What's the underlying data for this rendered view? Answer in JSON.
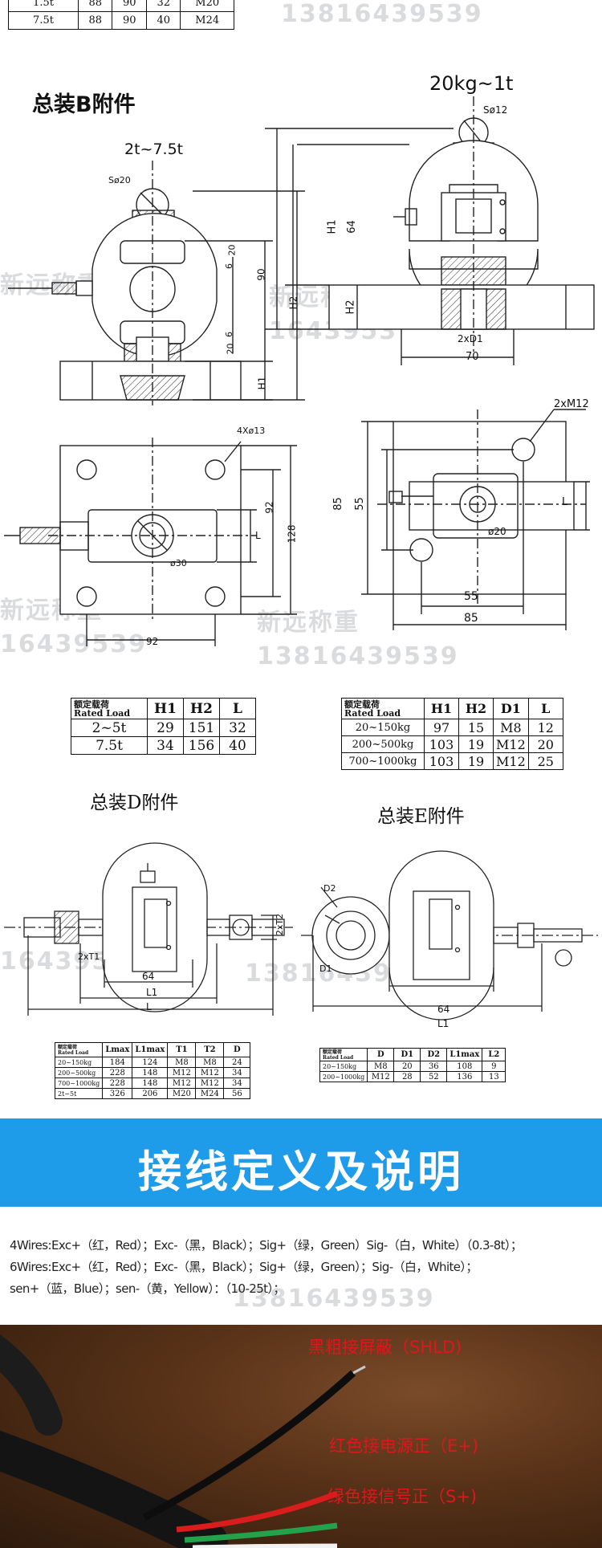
{
  "top_table": {
    "rows": [
      {
        "load": "1.5t",
        "a": "88",
        "b": "90",
        "c": "32",
        "d": "M20"
      },
      {
        "load": "7.5t",
        "a": "88",
        "b": "90",
        "c": "40",
        "d": "M24"
      }
    ]
  },
  "watermark": {
    "phone": "13816439539",
    "brand": "新远称重",
    "phone_fragment": "16439539",
    "phone_fragment2": "1643953"
  },
  "section_b": {
    "title": "总装B附件",
    "left_range": "2t~7.5t",
    "right_range": "20kg~1t",
    "dims_left": {
      "s": "Sø20",
      "d1": "20",
      "d2": "6",
      "h": "90",
      "h2": "H2",
      "h1": "H1",
      "d3": "6",
      "d4": "20",
      "holes": "4Xø13",
      "bore": "ø30",
      "w1": "92",
      "w2": "128",
      "w3": "92",
      "l": "L"
    },
    "dims_right": {
      "s": "Sø12",
      "h1": "H1",
      "h2": "H2",
      "d64": "64",
      "d1": "2xD1",
      "w70": "70",
      "holes": "2xM12",
      "h85": "85",
      "h55": "55",
      "bore": "ø20",
      "w55": "55",
      "w85": "85",
      "l": "L"
    }
  },
  "table_b_left": {
    "hdr_cn": "额定载荷",
    "hdr_en": "Rated Load",
    "cols": [
      "H1",
      "H2",
      "L"
    ],
    "rows": [
      {
        "load": "2~5t",
        "v": [
          "29",
          "151",
          "32"
        ]
      },
      {
        "load": "7.5t",
        "v": [
          "34",
          "156",
          "40"
        ]
      }
    ]
  },
  "table_b_right": {
    "hdr_cn": "额定载荷",
    "hdr_en": "Rated Load",
    "cols": [
      "H1",
      "H2",
      "D1",
      "L"
    ],
    "rows": [
      {
        "load": "20~150kg",
        "v": [
          "97",
          "15",
          "M8",
          "12"
        ]
      },
      {
        "load": "200~500kg",
        "v": [
          "103",
          "19",
          "M12",
          "20"
        ]
      },
      {
        "load": "700~1000kg",
        "v": [
          "103",
          "19",
          "M12",
          "25"
        ]
      }
    ]
  },
  "section_d": {
    "title": "总装D附件",
    "dims": {
      "t1": "2xT1",
      "t2": "2xT2",
      "w64": "64",
      "l1": "L1",
      "l": "L"
    },
    "table": {
      "hdr_cn": "额定载荷",
      "hdr_en": "Rated Load",
      "cols": [
        "Lmax",
        "L1max",
        "T1",
        "T2",
        "D"
      ],
      "rows": [
        {
          "load": "20~150kg",
          "v": [
            "184",
            "124",
            "M8",
            "M8",
            "24"
          ]
        },
        {
          "load": "200~500kg",
          "v": [
            "228",
            "148",
            "M12",
            "M12",
            "34"
          ]
        },
        {
          "load": "700~1000kg",
          "v": [
            "228",
            "148",
            "M12",
            "M12",
            "34"
          ]
        },
        {
          "load": "2t~5t",
          "v": [
            "326",
            "206",
            "M20",
            "M24",
            "56"
          ]
        }
      ]
    }
  },
  "section_e": {
    "title": "总装E附件",
    "dims": {
      "d2": "D2",
      "d1": "D1",
      "w64": "64",
      "l1": "L1"
    },
    "table": {
      "hdr_cn": "额定载荷",
      "hdr_en": "Rated Load",
      "cols": [
        "D",
        "D1",
        "D2",
        "L1max",
        "L2"
      ],
      "rows": [
        {
          "load": "20~150kg",
          "v": [
            "M8",
            "20",
            "36",
            "108",
            "9"
          ]
        },
        {
          "load": "200~1000kg",
          "v": [
            "M12",
            "28",
            "52",
            "136",
            "13"
          ]
        }
      ]
    }
  },
  "banner": {
    "title": "接线定义及说明",
    "color": "#1e9be9"
  },
  "wiring": {
    "line1": "4Wires:Exc+（红，Red）；Exc-（黑，Black）；Sig+（绿，Green）Sig-（白，White）（0.3-8t）；",
    "line2": "6Wires:Exc+（红，Red）；Exc-（黑，Black）；Sig+（绿，Green）；Sig-（白，White）；",
    "line3": "sen+（蓝，Blue）；sen-（黄，Yellow）：（10-25t）；"
  },
  "photo_labels": {
    "shld": "黑粗接屏蔽（SHLD)",
    "eplus": "红色接电源正（E+)",
    "splus": "绿色接信号正（S+)",
    "label_color": "#e0161e"
  }
}
